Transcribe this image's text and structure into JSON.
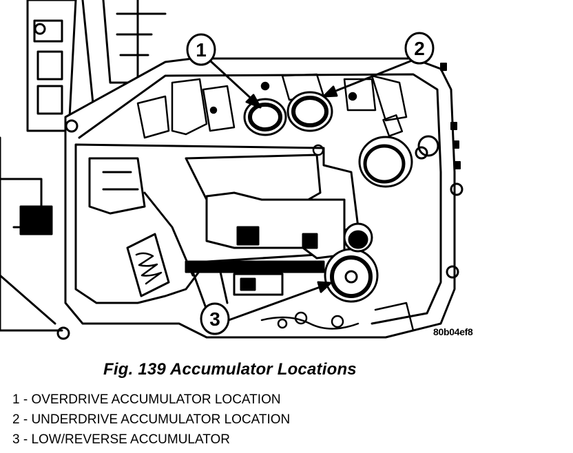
{
  "figure": {
    "drawing_code": "80b04ef8",
    "callouts": [
      {
        "number": "1"
      },
      {
        "number": "2"
      },
      {
        "number": "3"
      }
    ]
  },
  "caption": "Fig. 139 Accumulator Locations",
  "legend": [
    "1 - OVERDRIVE ACCUMULATOR LOCATION",
    "2 - UNDERDRIVE ACCUMULATOR LOCATION",
    "3 - LOW/REVERSE ACCUMULATOR"
  ]
}
